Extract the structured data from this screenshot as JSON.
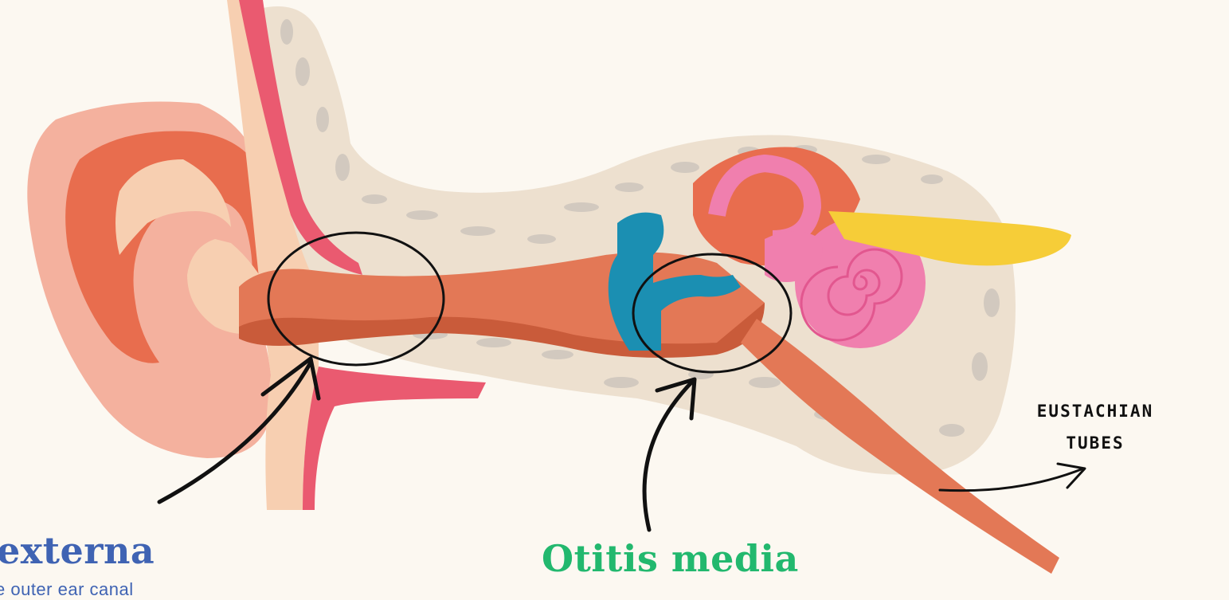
{
  "labels": {
    "otitis_externa": "externa",
    "otitis_externa_description": "e outer ear canal",
    "otitis_media": "Otitis media",
    "eustachian_line1": "EUSTACHIAN",
    "eustachian_line2": "TUBES"
  },
  "colors": {
    "background": "#fcf8f1",
    "bone": "#ede0cf",
    "bone_spots": "#d2c9bf",
    "skin": "#f4b19e",
    "skin_light": "#f7cfb1",
    "cartilage": "#e86d4e",
    "canal": "#e37856",
    "canal_dark": "#c95b3a",
    "ear_red": "#ea5a70",
    "ossicle_blue": "#1b8fb2",
    "cochlea_pink": "#f07fae",
    "nerve_yellow": "#f6cd38",
    "externa_text": "#3f63b3",
    "media_text": "#22b86e"
  }
}
